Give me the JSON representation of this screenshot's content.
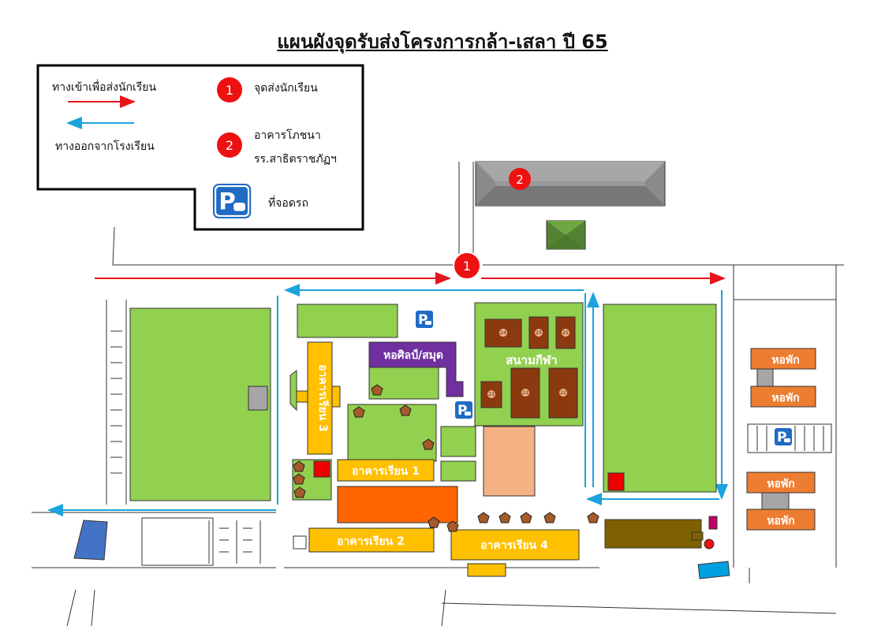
{
  "title": "แผนผังจุดรับส่งโครงการกล้า-เสลา ปี 65",
  "legend": {
    "entry_arrow_label": "ทางเข้าเพื่อส่งนักเรียน",
    "exit_arrow_label": "ทางออกจากโรงเรียน",
    "marker_1_number": "1",
    "marker_1_label": "จุดส่งนักเรียน",
    "marker_2_number": "2",
    "marker_2_line1": "อาคารโภชนา",
    "marker_2_line2": "รร.สาธิตราชภัฏฯ",
    "parking_label": "ที่จอดรถ"
  },
  "markers": {
    "dropoff": "1",
    "cafeteria": "2"
  },
  "buildings": {
    "art_library": "หอศิลป์/สมุด",
    "sports_field": "สนามกีฬา",
    "building_1": "อาคารเรียน 1",
    "building_2": "อาคารเรียน 2",
    "building_3": "อาคารเรียน 3",
    "building_4": "อาคารเรียน 4",
    "dorm_label": "หอพัก"
  },
  "courts": {
    "c24": "24",
    "c25a": "25",
    "c25b": "25",
    "c23": "23",
    "c22a": "22",
    "c22b": "22"
  },
  "icons": {
    "parking_symbol": "P"
  },
  "colors": {
    "entry_arrow": "#e8141c",
    "exit_arrow": "#1aa3dc",
    "marker": "#ee1111",
    "lawn": "#92d050",
    "building": "#ffc000",
    "art_library": "#7030a0",
    "orange_building": "#ff6600",
    "court": "#8b3a0f",
    "dorm": "#ed7d31",
    "parking": "#1f6bc4"
  }
}
